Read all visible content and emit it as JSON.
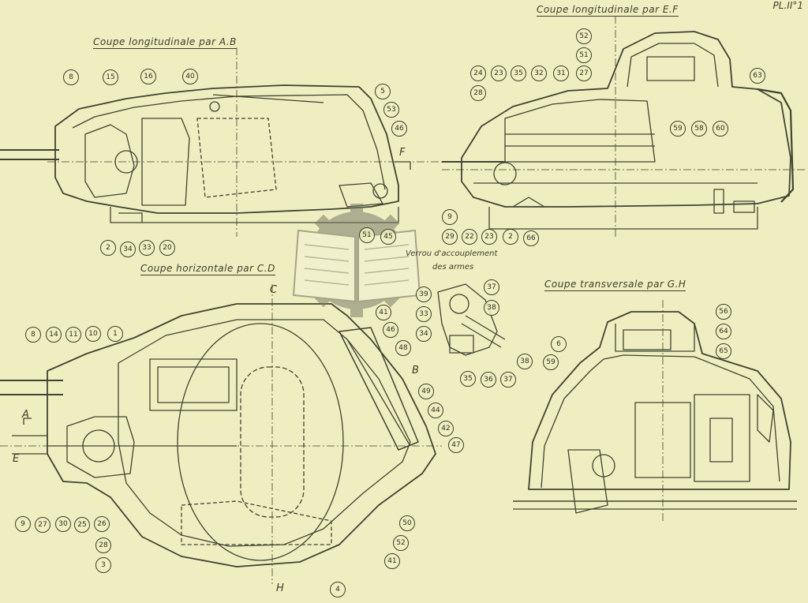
{
  "sheet_ref": "PL.II°1",
  "titles": {
    "long_ab": "Coupe longitudinale par A.B",
    "long_ef": "Coupe longitudinale par E.F",
    "horiz_cd": "Coupe horizontale par C.D",
    "trans_gh": "Coupe transversale par G.H"
  },
  "note": {
    "line1": "Verrou d'accouplement",
    "line2": "des armes"
  },
  "section_letters": {
    "a": "A",
    "e": "E",
    "b": "B",
    "c": "C",
    "f": "F",
    "h": "H"
  },
  "callouts": {
    "ab": [
      "8",
      "15",
      "16",
      "40",
      "5",
      "53",
      "46",
      "2",
      "34",
      "33",
      "20",
      "51",
      "45"
    ],
    "ef": [
      "52",
      "51",
      "63",
      "24",
      "23",
      "35",
      "32",
      "31",
      "27",
      "28",
      "59",
      "58",
      "60",
      "9",
      "29",
      "22",
      "23",
      "2",
      "66"
    ],
    "cd": [
      "8",
      "14",
      "11",
      "10",
      "1",
      "9",
      "27",
      "30",
      "25",
      "26",
      "28",
      "3",
      "4",
      "41",
      "46",
      "48",
      "49",
      "44",
      "42",
      "47",
      "50",
      "52",
      "41"
    ],
    "lock": [
      "39",
      "37",
      "38",
      "33",
      "34",
      "35",
      "36",
      "37",
      "38"
    ],
    "gh": [
      "6",
      "56",
      "64",
      "65",
      "59"
    ]
  }
}
